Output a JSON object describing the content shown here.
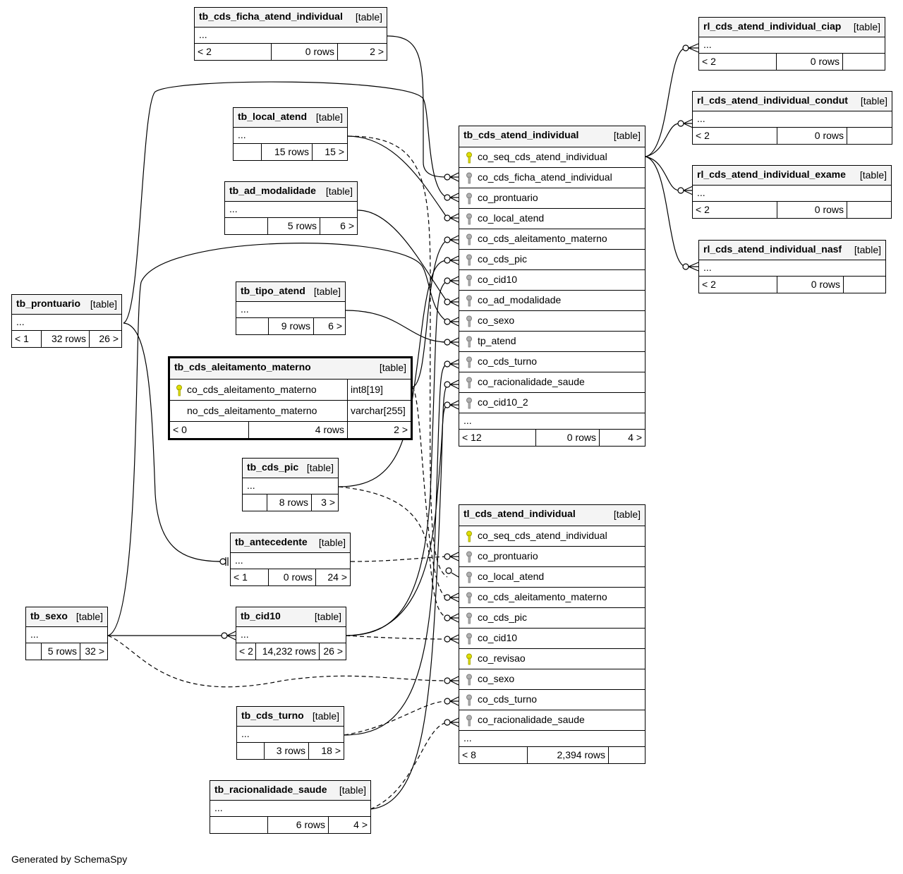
{
  "footer": "Generated by SchemaSpy",
  "colors": {
    "pk_key": "#e0e000",
    "fk_key": "#b0b0b0",
    "header_bg": "#f4f4f4",
    "line": "#000000"
  },
  "icons": {
    "primary_key": "yellow-key-icon",
    "foreign_key": "gray-key-icon"
  },
  "tables": {
    "tb_cds_ficha_atend_individual": {
      "name": "tb_cds_ficha_atend_individual",
      "kind": "[table]",
      "ellipsis": "...",
      "foot": [
        "< 2",
        "0 rows",
        "2 >"
      ]
    },
    "tb_local_atend": {
      "name": "tb_local_atend",
      "kind": "[table]",
      "ellipsis": "...",
      "foot": [
        "",
        "15 rows",
        "15 >"
      ]
    },
    "tb_ad_modalidade": {
      "name": "tb_ad_modalidade",
      "kind": "[table]",
      "ellipsis": "...",
      "foot": [
        "",
        "5 rows",
        "6 >"
      ]
    },
    "tb_tipo_atend": {
      "name": "tb_tipo_atend",
      "kind": "[table]",
      "ellipsis": "...",
      "foot": [
        "",
        "9 rows",
        "6 >"
      ]
    },
    "tb_prontuario": {
      "name": "tb_prontuario",
      "kind": "[table]",
      "ellipsis": "...",
      "foot": [
        "< 1",
        "32 rows",
        "26 >"
      ]
    },
    "tb_cds_aleitamento_materno": {
      "name": "tb_cds_aleitamento_materno",
      "kind": "[table]",
      "columns": [
        {
          "name": "co_cds_aleitamento_materno",
          "type": "int8[19]",
          "key": "pk"
        },
        {
          "name": "no_cds_aleitamento_materno",
          "type": "varchar[255]",
          "key": ""
        }
      ],
      "foot": [
        "< 0",
        "4 rows",
        "2 >"
      ]
    },
    "tb_cds_pic": {
      "name": "tb_cds_pic",
      "kind": "[table]",
      "ellipsis": "...",
      "foot": [
        "",
        "8 rows",
        "3 >"
      ]
    },
    "tb_antecedente": {
      "name": "tb_antecedente",
      "kind": "[table]",
      "ellipsis": "...",
      "foot": [
        "< 1",
        "0 rows",
        "24 >"
      ]
    },
    "tb_sexo": {
      "name": "tb_sexo",
      "kind": "[table]",
      "ellipsis": "...",
      "foot": [
        "",
        "5 rows",
        "32 >"
      ]
    },
    "tb_cid10": {
      "name": "tb_cid10",
      "kind": "[table]",
      "ellipsis": "...",
      "foot": [
        "< 2",
        "14,232 rows",
        "26 >"
      ]
    },
    "tb_cds_turno": {
      "name": "tb_cds_turno",
      "kind": "[table]",
      "ellipsis": "...",
      "foot": [
        "",
        "3 rows",
        "18 >"
      ]
    },
    "tb_racionalidade_saude": {
      "name": "tb_racionalidade_saude",
      "kind": "[table]",
      "ellipsis": "...",
      "foot": [
        "",
        "6 rows",
        "4 >"
      ]
    },
    "tb_cds_atend_individual": {
      "name": "tb_cds_atend_individual",
      "kind": "[table]",
      "columns": [
        {
          "name": "co_seq_cds_atend_individual",
          "key": "pk"
        },
        {
          "name": "co_cds_ficha_atend_individual",
          "key": "fk"
        },
        {
          "name": "co_prontuario",
          "key": "fk"
        },
        {
          "name": "co_local_atend",
          "key": "fk"
        },
        {
          "name": "co_cds_aleitamento_materno",
          "key": "fk"
        },
        {
          "name": "co_cds_pic",
          "key": "fk"
        },
        {
          "name": "co_cid10",
          "key": "fk"
        },
        {
          "name": "co_ad_modalidade",
          "key": "fk"
        },
        {
          "name": "co_sexo",
          "key": "fk"
        },
        {
          "name": "tp_atend",
          "key": "fk"
        },
        {
          "name": "co_cds_turno",
          "key": "fk"
        },
        {
          "name": "co_racionalidade_saude",
          "key": "fk"
        },
        {
          "name": "co_cid10_2",
          "key": "fk"
        }
      ],
      "ellipsis": "...",
      "foot": [
        "< 12",
        "0 rows",
        "4 >"
      ]
    },
    "tl_cds_atend_individual": {
      "name": "tl_cds_atend_individual",
      "kind": "[table]",
      "columns": [
        {
          "name": "co_seq_cds_atend_individual",
          "key": "pk"
        },
        {
          "name": "co_prontuario",
          "key": "fk"
        },
        {
          "name": "co_local_atend",
          "key": "fk"
        },
        {
          "name": "co_cds_aleitamento_materno",
          "key": "fk"
        },
        {
          "name": "co_cds_pic",
          "key": "fk"
        },
        {
          "name": "co_cid10",
          "key": "fk"
        },
        {
          "name": "co_revisao",
          "key": "pk"
        },
        {
          "name": "co_sexo",
          "key": "fk"
        },
        {
          "name": "co_cds_turno",
          "key": "fk"
        },
        {
          "name": "co_racionalidade_saude",
          "key": "fk"
        }
      ],
      "ellipsis": "...",
      "foot": [
        "< 8",
        "2,394 rows",
        ""
      ]
    },
    "rl_cds_atend_individual_ciap": {
      "name": "rl_cds_atend_individual_ciap",
      "kind": "[table]",
      "ellipsis": "...",
      "foot": [
        "< 2",
        "0 rows",
        ""
      ]
    },
    "rl_cds_atend_individual_condut": {
      "name": "rl_cds_atend_individual_condut",
      "kind": "[table]",
      "ellipsis": "...",
      "foot": [
        "< 2",
        "0 rows",
        ""
      ]
    },
    "rl_cds_atend_individual_exame": {
      "name": "rl_cds_atend_individual_exame",
      "kind": "[table]",
      "ellipsis": "...",
      "foot": [
        "< 2",
        "0 rows",
        ""
      ]
    },
    "rl_cds_atend_individual_nasf": {
      "name": "rl_cds_atend_individual_nasf",
      "kind": "[table]",
      "ellipsis": "...",
      "foot": [
        "< 2",
        "0 rows",
        ""
      ]
    }
  }
}
